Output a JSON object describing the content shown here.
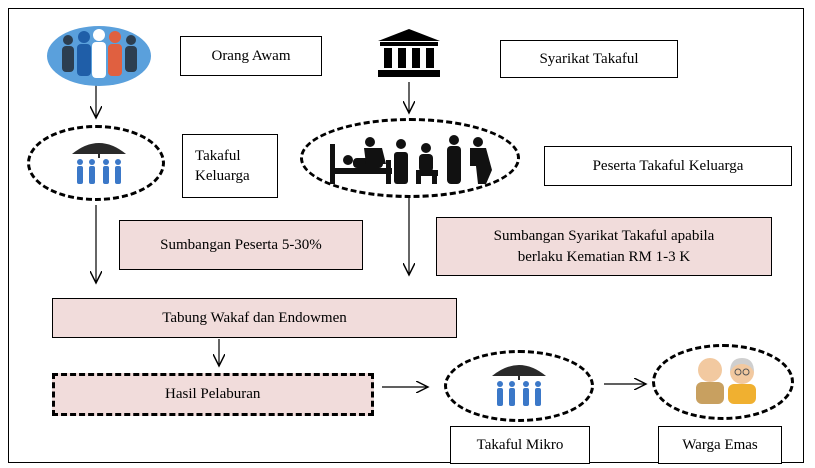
{
  "title_fragment": "",
  "nodes": {
    "orang_awam": "Orang Awam",
    "syarikat_takaful": "Syarikat Takaful",
    "takaful_keluarga_line1": "Takaful",
    "takaful_keluarga_line2": "Keluarga",
    "peserta_takaful_keluarga": "Peserta Takaful Keluarga",
    "sumbangan_peserta": "Sumbangan Peserta 5-30%",
    "sumbangan_syarikat_line1": "Sumbangan Syarikat Takaful apabila",
    "sumbangan_syarikat_line2": "berlaku Kematian RM 1-3 K",
    "tabung_wakaf": "Tabung Wakaf dan Endowmen",
    "hasil_pelaburan": "Hasil Pelaburan",
    "takaful_mikro": "Takaful Mikro",
    "warga_emas": "Warga Emas"
  },
  "colors": {
    "pink_fill": "#f1dcdb",
    "stroke": "#000000",
    "people_blue": "#3b78c8",
    "group_bg": "#5aa0dc"
  },
  "icons": [
    "people-group-icon",
    "bank-building-icon",
    "umbrella-family-icon",
    "sick-care-icon",
    "elderly-couple-icon"
  ]
}
